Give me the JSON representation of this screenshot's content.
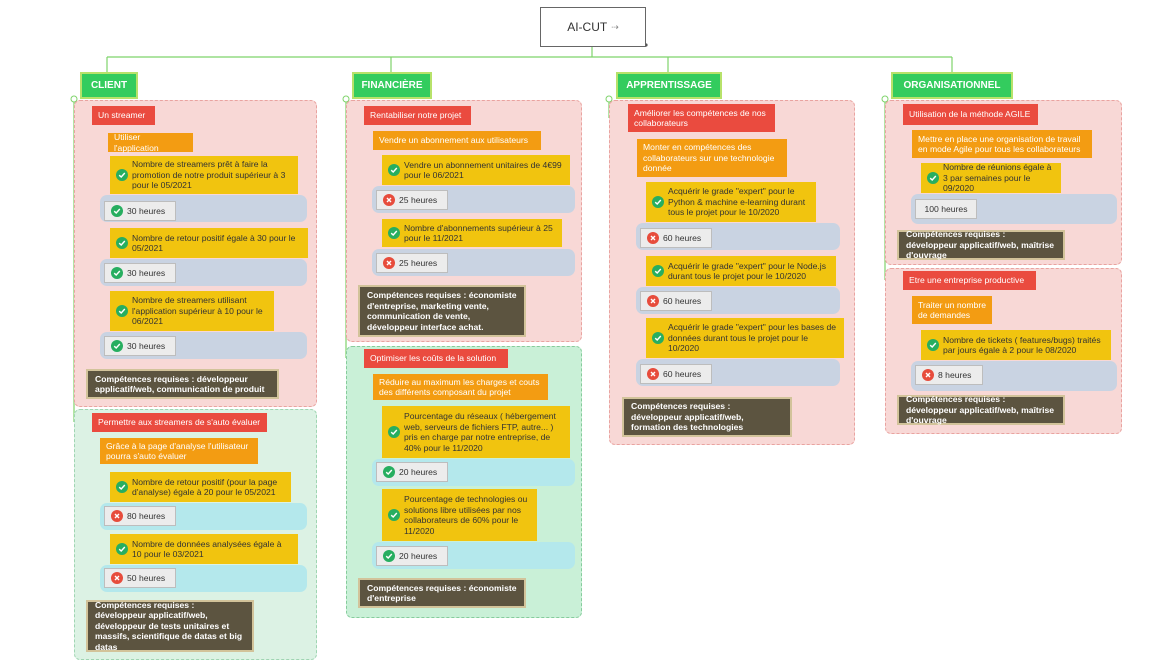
{
  "root": {
    "title": "AI-CUT",
    "arrow": "⇢"
  },
  "headers": {
    "client": "CLIENT",
    "financiere": "FINANCIÈRE",
    "apprentissage": "APPRENTISSAGE",
    "organisationnel": "ORGANISATIONNEL"
  },
  "client": {
    "g1": {
      "title": "Un streamer",
      "sub": "Utiliser l'application",
      "items": [
        {
          "text": "Nombre de streamers prêt à faire la promotion de notre produit supérieur à 3 pour le 05/2021",
          "hours": "30 heures",
          "status": "ok"
        },
        {
          "text": "Nombre de retour positif égale à 30 pour le 05/2021",
          "hours": "30 heures",
          "status": "ok"
        },
        {
          "text": "Nombre de streamers utilisant l'application supérieur à 10 pour le 06/2021",
          "hours": "30 heures",
          "status": "ok"
        }
      ],
      "competences": "Compétences requises : développeur applicatif/web, communication de produit"
    },
    "g2": {
      "title": "Permettre aux streamers de s'auto évaluer",
      "sub": "Grâce à la page d'analyse l'utilisateur pourra s'auto évaluer",
      "items": [
        {
          "text": "Nombre de retour positif (pour la page d'analyse) égale à 20 pour le 05/2021",
          "hours": "80 heures",
          "status": "ko"
        },
        {
          "text": "Nombre de données analysées égale à 10 pour le 03/2021",
          "hours": "50 heures",
          "status": "ko"
        }
      ],
      "competences": "Compétences requises : développeur applicatif/web, développeur de tests unitaires et massifs, scientifique de datas et big datas"
    }
  },
  "financiere": {
    "g1": {
      "title": "Rentabiliser notre projet",
      "sub": "Vendre un abonnement aux utilisateurs",
      "items": [
        {
          "text": "Vendre un abonnement unitaires de 4€99 pour le 06/2021",
          "hours": "25 heures",
          "status": "ko"
        },
        {
          "text": "Nombre d'abonnements supérieur à 25 pour le 11/2021",
          "hours": "25 heures",
          "status": "ko"
        }
      ],
      "competences": "Compétences requises : économiste d'entreprise, marketing vente, communication de vente, développeur interface achat."
    },
    "g2": {
      "title": "Optimiser les coûts de la solution",
      "sub": "Réduire au maximum les charges et couts des différents composant du projet",
      "items": [
        {
          "text": "Pourcentage du réseaux ( hébergement web, serveurs de fichiers FTP, autre... ) pris en charge par notre entreprise, de 40% pour le 11/2020",
          "hours": "20 heures",
          "status": "ok"
        },
        {
          "text": "Pourcentage de technologies ou solutions libre utilisées par nos collaborateurs de 60% pour le 11/2020",
          "hours": "20 heures",
          "status": "ok"
        }
      ],
      "competences": "Compétences requises : économiste d'entreprise"
    }
  },
  "apprentissage": {
    "g1": {
      "title": "Améliorer les compétences de nos collaborateurs",
      "sub": "Monter en compétences des collaborateurs sur une technologie donnée",
      "items": [
        {
          "text": "Acquérir le grade \"expert\" pour le Python & machine e-learning durant tous le projet pour le 10/2020",
          "hours": "60 heures",
          "status": "ko"
        },
        {
          "text": "Acquérir le grade \"expert\" pour le Node.js durant tous le projet pour le 10/2020",
          "hours": "60 heures",
          "status": "ko"
        },
        {
          "text": "Acquérir le grade \"expert\" pour les bases de données durant tous le projet pour le 10/2020",
          "hours": "60 heures",
          "status": "ko"
        }
      ],
      "competences": "Compétences requises : développeur applicatif/web, formation des technologies"
    }
  },
  "organisationnel": {
    "g1": {
      "title": "Utilisation de la méthode AGILE",
      "sub": "Mettre en place une organisation de travail en mode Agile pour tous les collaborateurs",
      "items": [
        {
          "text": "Nombre de réunions égale à 3 par semaines pour le 09/2020",
          "hours": "100 heures",
          "status": "none"
        }
      ],
      "competences": "Compétences requises : développeur applicatif/web, maîtrise d'ouvrage"
    },
    "g2": {
      "title": "Etre une entreprise productive",
      "sub": "Traiter un nombre de demandes",
      "items": [
        {
          "text": "Nombre de tickets ( features/bugs) traités par jours égale à 2 pour le 08/2020",
          "hours": "8 heures",
          "status": "ko"
        }
      ],
      "competences": "Compétences requises : développeur applicatif/web, maîtrise d'ouvrage"
    }
  },
  "colors": {
    "header": "#33cc5e",
    "red_node": "#ea4b3f",
    "orange_node": "#f39c12",
    "yellow_node": "#f1c40f",
    "competence": "#5c5440"
  }
}
